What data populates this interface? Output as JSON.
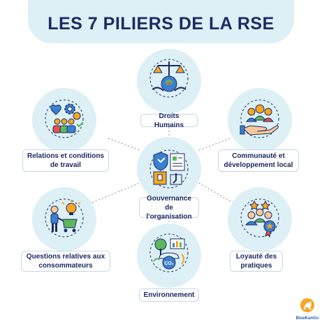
{
  "title": "LES 7 PILIERS DE LA RSE",
  "pillars": [
    {
      "id": "droits",
      "label": "Droits Humains",
      "icon": "justice-scales-globe-icon"
    },
    {
      "id": "relations",
      "label": "Relations et conditions de travail",
      "icon": "workers-gears-heart-icon"
    },
    {
      "id": "communaute",
      "label": "Communauté et développement local",
      "icon": "community-hand-icon"
    },
    {
      "id": "gouvernance",
      "label": "Gouvernance de l'organisation",
      "icon": "governance-documents-icon"
    },
    {
      "id": "consommateurs",
      "label": "Questions relatives aux consommateurs",
      "icon": "shopper-cart-lightbulb-icon"
    },
    {
      "id": "loyaute",
      "label": "Loyauté des pratiques",
      "icon": "award-medal-team-icon"
    },
    {
      "id": "environnement",
      "label": "Environnement",
      "icon": "eco-co2-icon"
    }
  ],
  "brand": {
    "name": "BlueKanGo",
    "icon": "kangaroo-logo-icon"
  },
  "colors": {
    "navy": "#1c2a63",
    "light_blue": "#dcf0f6",
    "orange": "#f5a623",
    "blue": "#3b7fd0",
    "green": "#5cb85c"
  }
}
